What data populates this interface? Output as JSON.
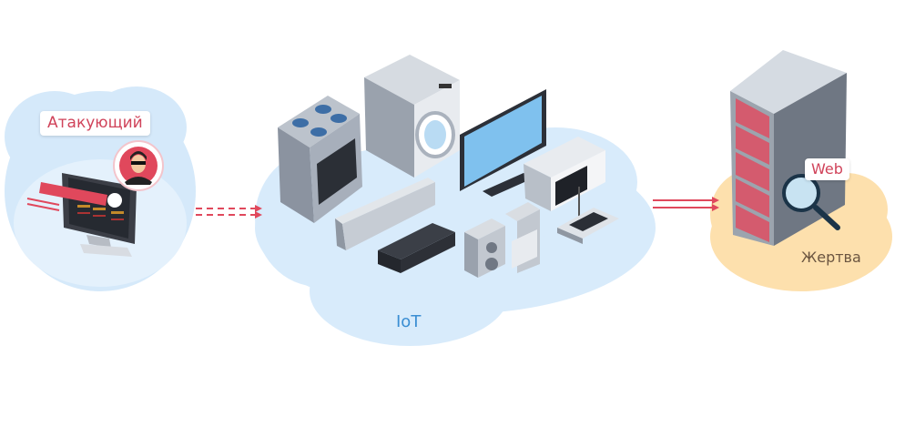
{
  "labels": {
    "attacker": "Атакующий",
    "iot": "IoT",
    "web": "Web",
    "victim": "Жертва"
  },
  "colors": {
    "cloud_blue": "#d5e9fa",
    "cloud_blue_light": "#e6f3fd",
    "cloud_peach": "#fde0ad",
    "accent_red": "#e0485c",
    "iot_text": "#3a8ed3",
    "victim_text": "#6b5540"
  }
}
